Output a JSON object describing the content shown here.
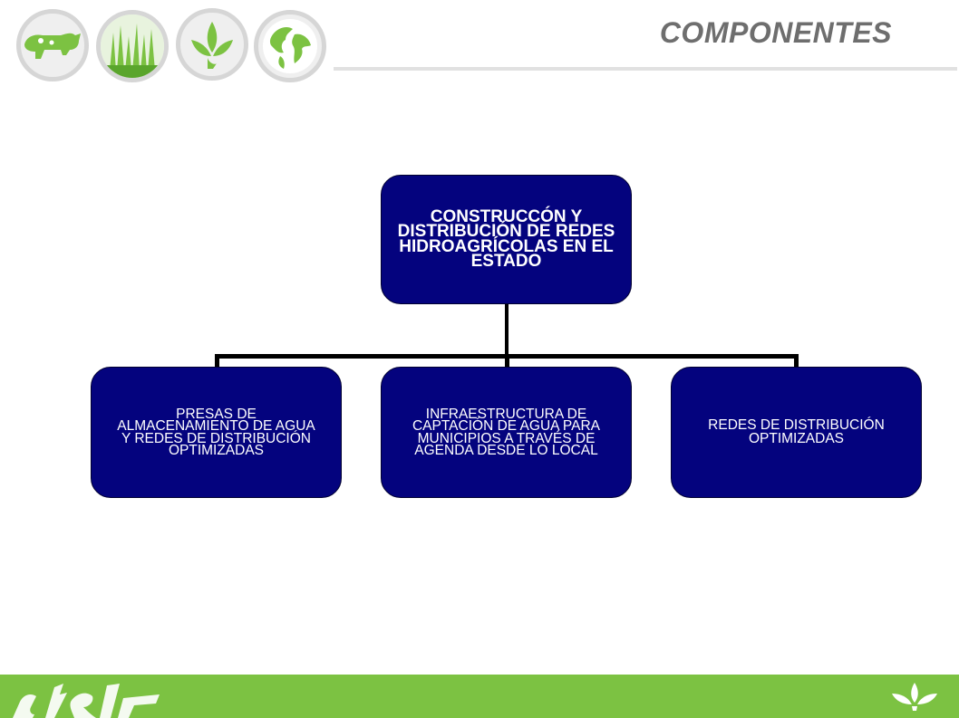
{
  "header": {
    "title": "COMPONENTES",
    "icons": [
      "cow-icon",
      "grass-icon",
      "leaves-icon",
      "globe-icon"
    ]
  },
  "diagram": {
    "root": "CONSTRUCCÓN Y DISTRIBUCIÓN DE REDES HIDROAGRÍCOLAS EN EL ESTADO",
    "children": [
      "PRESAS DE ALMACENAMIENTO DE AGUA Y REDES DE DISTRIBUCIÓN OPTIMIZADAS",
      "INFRAESTRUCTURA DE CAPTACIÓN DE AGUA PARA MUNICIPIOS A TRAVÉS DE AGENDA DESDE LO LOCAL",
      "REDES DE DISTRIBUCIÓN OPTIMIZADAS"
    ]
  },
  "colors": {
    "node_fill": "#04037e",
    "footer_green": "#7cc242",
    "title_gray": "#6e6e6e"
  },
  "footer": {
    "icons": [
      "brand-logo-icon",
      "leaves-icon"
    ]
  }
}
